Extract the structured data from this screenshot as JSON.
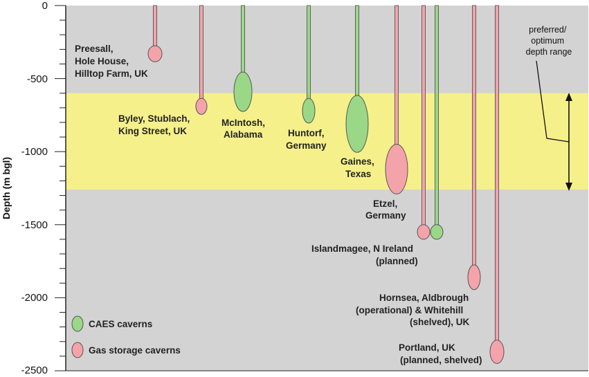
{
  "colors": {
    "background": "#d3d3d3",
    "band": "#f5f08a",
    "caes_fill": "#9ad888",
    "gas_fill": "#f4a3ab",
    "outline": "#555555",
    "frame": "#222222"
  },
  "axis": {
    "ylabel": "Depth (m bgl)",
    "ticks": [
      "0",
      "-500",
      "-1000",
      "-1500",
      "-2000",
      "-2500"
    ]
  },
  "band_note": [
    "preferred/",
    "optimum",
    "depth range"
  ],
  "chart_data": {
    "type": "diagram",
    "ylim": [
      -2500,
      0
    ],
    "band": {
      "top": -600,
      "bottom": -1260
    },
    "sites": [
      {
        "id": "preesall",
        "kind": "gas",
        "center": -330,
        "half": 55,
        "label": [
          "Preesall,",
          "Hole House,",
          "Hilltop Farm, UK"
        ]
      },
      {
        "id": "byley",
        "kind": "gas",
        "center": -690,
        "half": 55,
        "label": [
          "Byley, Stublach,",
          "King Street, UK"
        ]
      },
      {
        "id": "mcintosh",
        "kind": "caes",
        "center": -590,
        "half": 135,
        "label": [
          "McIntosh,",
          "Alabama"
        ]
      },
      {
        "id": "huntorf",
        "kind": "caes",
        "center": -720,
        "half": 85,
        "label": [
          "Huntorf,",
          "Germany"
        ]
      },
      {
        "id": "gaines",
        "kind": "caes",
        "center": -810,
        "half": 195,
        "label": [
          "Gaines,",
          "Texas"
        ]
      },
      {
        "id": "etzel",
        "kind": "gas",
        "center": -1120,
        "half": 170,
        "label": [
          "Etzel,",
          "Germany"
        ]
      },
      {
        "id": "islandmagee-gas",
        "kind": "gas",
        "center": -1550,
        "half": 50,
        "label": [
          "Islandmagee, N Ireland",
          "(planned)"
        ]
      },
      {
        "id": "islandmagee-caes",
        "kind": "caes",
        "center": -1550,
        "half": 50,
        "label": []
      },
      {
        "id": "hornsea",
        "kind": "gas",
        "center": -1860,
        "half": 85,
        "label": [
          "Hornsea, Aldbrough",
          "(operational) & Whitehill",
          "(shelved), UK"
        ]
      },
      {
        "id": "portland",
        "kind": "gas",
        "center": -2370,
        "half": 80,
        "label": [
          "Portland, UK",
          "(planned, shelved)"
        ]
      }
    ]
  },
  "legend": {
    "caes": "CAES caverns",
    "gas": "Gas storage caverns"
  }
}
